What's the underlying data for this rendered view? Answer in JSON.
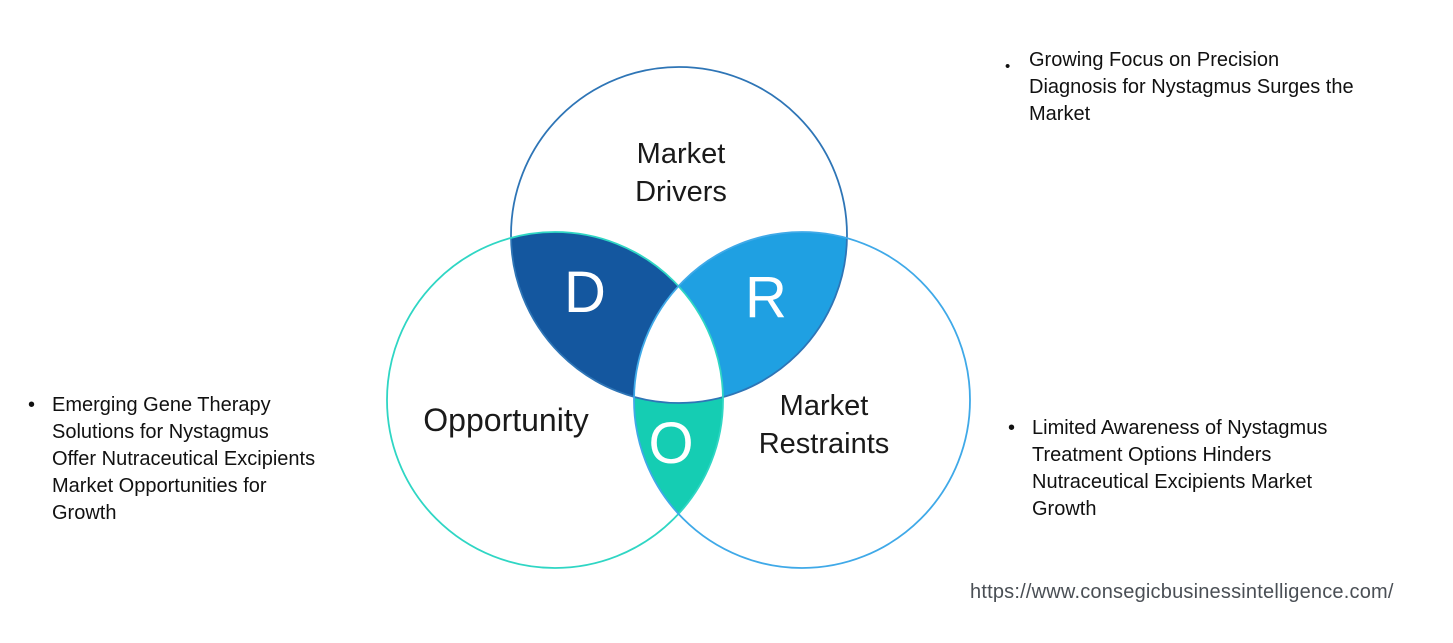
{
  "venn": {
    "circles": {
      "drivers": {
        "label_line1": "Market",
        "label_line2": "Drivers",
        "outline_color": "#2E75B6"
      },
      "opportunity": {
        "label": "Opportunity",
        "outline_color": "#2FD6C4"
      },
      "restraints": {
        "label_line1": "Market",
        "label_line2": "Restraints",
        "outline_color": "#3FA9E8"
      }
    },
    "intersections": {
      "drivers_opportunity": {
        "letter": "D",
        "fill": "#14579F"
      },
      "drivers_restraints": {
        "letter": "R",
        "fill": "#1FA0E2"
      },
      "opportunity_restraints": {
        "letter": "O",
        "fill": "#15CDB3"
      }
    }
  },
  "notes": {
    "driver_note": {
      "bullet": "•",
      "lines": [
        "Growing Focus on Precision",
        "Diagnosis for Nystagmus Surges the",
        "Market"
      ]
    },
    "opportunity_note": {
      "bullet": "•",
      "lines": [
        "Emerging Gene Therapy",
        "Solutions for Nystagmus",
        "Offer Nutraceutical Excipients",
        "Market Opportunities for",
        "Growth"
      ]
    },
    "restraint_note": {
      "bullet": "•",
      "lines": [
        "Limited Awareness of Nystagmus",
        "Treatment Options Hinders",
        "Nutraceutical Excipients Market",
        "Growth"
      ]
    }
  },
  "footer": {
    "url": "https://www.consegicbusinessintelligence.com/"
  }
}
